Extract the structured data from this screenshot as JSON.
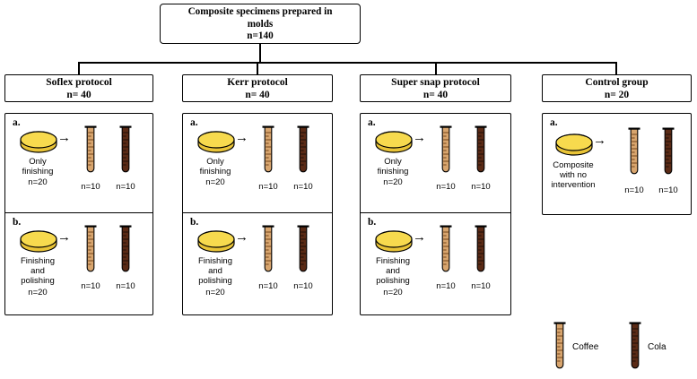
{
  "root_box": {
    "title": "Composite specimens prepared in molds",
    "count": "n=140"
  },
  "icons": {
    "arrow": "→"
  },
  "groups": [
    {
      "name": "Soflex protocol",
      "count": "n= 40",
      "sections": [
        {
          "label": "a.",
          "description": "Only finishing",
          "count": "n=20",
          "coffee_count": "n=10",
          "cola_count": "n=10"
        },
        {
          "label": "b.",
          "description": "Finishing and polishing",
          "count": "n=20",
          "coffee_count": "n=10",
          "cola_count": "n=10"
        }
      ]
    },
    {
      "name": "Kerr protocol",
      "count": "n= 40",
      "sections": [
        {
          "label": "a.",
          "description": "Only finishing",
          "count": "n=20",
          "coffee_count": "n=10",
          "cola_count": "n=10"
        },
        {
          "label": "b.",
          "description": "Finishing and polishing",
          "count": "n=20",
          "coffee_count": "n=10",
          "cola_count": "n=10"
        }
      ]
    },
    {
      "name": "Super snap protocol",
      "count": "n= 40",
      "sections": [
        {
          "label": "a.",
          "description": "Only finishing",
          "count": "n=20",
          "coffee_count": "n=10",
          "cola_count": "n=10"
        },
        {
          "label": "b.",
          "description": "Finishing and polishing",
          "count": "n=20",
          "coffee_count": "n=10",
          "cola_count": "n=10"
        }
      ]
    },
    {
      "name": "Control group",
      "count": "n= 20",
      "sections": [
        {
          "label": "a.",
          "description": "Composite with no intervention",
          "coffee_count": "n=10",
          "cola_count": "n=10"
        }
      ]
    }
  ],
  "legend": {
    "coffee_label": "Coffee",
    "cola_label": "Cola"
  },
  "colors": {
    "coffee": "#d8a56e",
    "coffee_tick": "#74451b",
    "cola": "#5a2a15",
    "cola_tick": "#1f0e07",
    "disc_top": "#f7da4e",
    "disc_side": "#e9c437",
    "line": "#000000"
  }
}
